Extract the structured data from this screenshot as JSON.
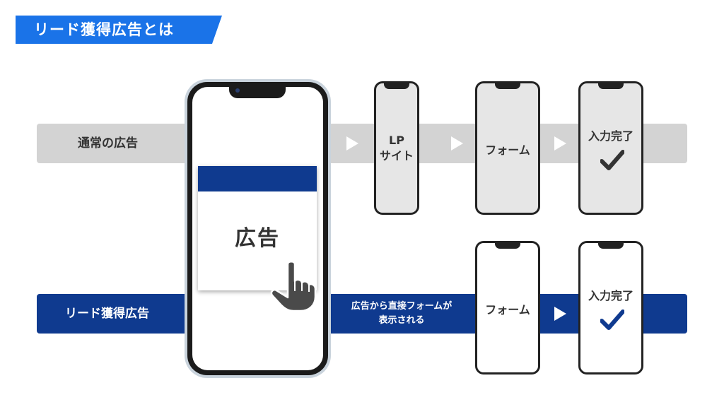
{
  "title": "リード獲得広告とは",
  "rows": {
    "normal": {
      "label": "通常の広告",
      "lp_phone": "LP\nサイト",
      "form_phone": "フォーム",
      "done_phone": "入力完了"
    },
    "lead": {
      "label": "リード獲得広告",
      "direct_text": "広告から直接フォームが\n表示される",
      "form_phone": "フォーム",
      "done_phone": "入力完了"
    }
  },
  "big_phone": {
    "ad_text": "広告"
  },
  "colors": {
    "accent_blue": "#1a73e8",
    "navy": "#0f3a8f",
    "grey_bar": "#d3d3d3"
  },
  "icons": [
    "checkmark-icon",
    "pointing-hand-icon",
    "arrow-right-icon"
  ]
}
